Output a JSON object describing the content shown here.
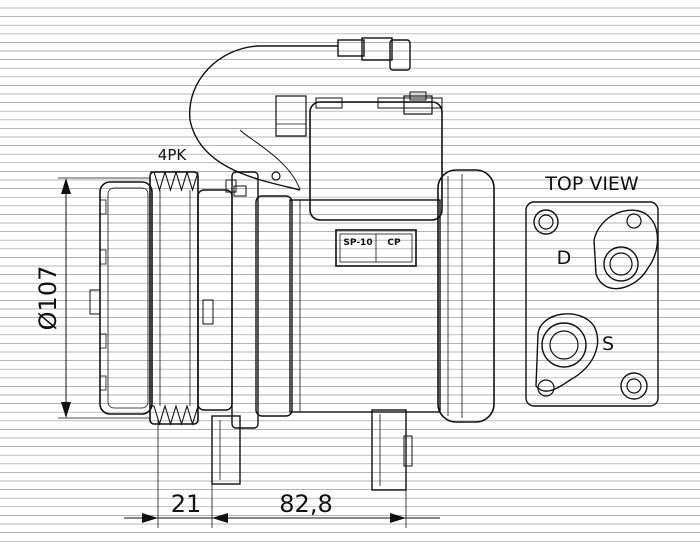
{
  "diagram": {
    "pulley_label": "4PK",
    "diameter_label": "Ø107",
    "offset_label": "21",
    "length_label": "82,8",
    "model_label": "SP-10",
    "model_suffix": "CP",
    "top_view_label": "TOP VIEW",
    "port_d_label": "D",
    "port_s_label": "S"
  },
  "colors": {
    "line": "#111111",
    "background": "#ffffff"
  }
}
